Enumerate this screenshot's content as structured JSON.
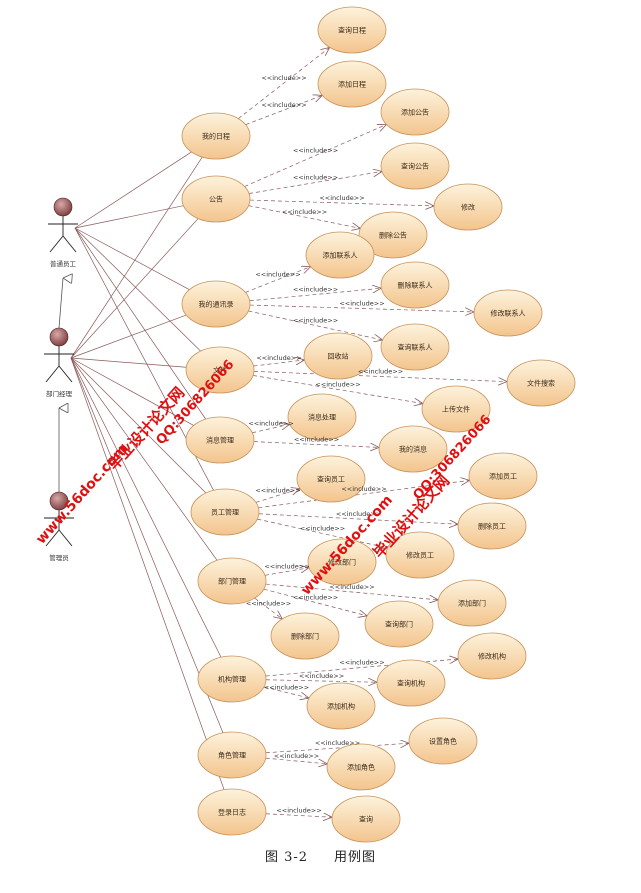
{
  "diagram": {
    "actors": [
      {
        "id": "a1",
        "label": "普通员工"
      },
      {
        "id": "a2",
        "label": "部门经理"
      },
      {
        "id": "a3",
        "label": "管理员"
      }
    ],
    "include_label": "<<include>>",
    "use_cases": [
      {
        "id": "u_myschedule",
        "label": "我的日程"
      },
      {
        "id": "u_q_schedule",
        "label": "查询日程"
      },
      {
        "id": "u_add_schedule",
        "label": "添加日程"
      },
      {
        "id": "u_notice",
        "label": "公告"
      },
      {
        "id": "u_add_notice",
        "label": "添加公告"
      },
      {
        "id": "u_q_notice",
        "label": "查询公告"
      },
      {
        "id": "u_edit_notice",
        "label": "修改"
      },
      {
        "id": "u_del_notice",
        "label": "删除公告"
      },
      {
        "id": "u_contacts",
        "label": "我的通讯录"
      },
      {
        "id": "u_add_contact",
        "label": "添加联系人"
      },
      {
        "id": "u_del_contact",
        "label": "删除联系人"
      },
      {
        "id": "u_edit_contact",
        "label": "修改联系人"
      },
      {
        "id": "u_q_contact",
        "label": "查询联系人"
      },
      {
        "id": "u_file",
        "label": "文件"
      },
      {
        "id": "u_recycle",
        "label": "回收站"
      },
      {
        "id": "u_search_file",
        "label": "文件搜索"
      },
      {
        "id": "u_upload",
        "label": "上传文件"
      },
      {
        "id": "u_msg",
        "label": "消息管理"
      },
      {
        "id": "u_msg_proc",
        "label": "消息处理"
      },
      {
        "id": "u_my_msg",
        "label": "我的消息"
      },
      {
        "id": "u_staff",
        "label": "员工管理"
      },
      {
        "id": "u_q_staff",
        "label": "查询员工"
      },
      {
        "id": "u_add_staff",
        "label": "添加员工"
      },
      {
        "id": "u_del_staff",
        "label": "删除员工"
      },
      {
        "id": "u_edit_staff",
        "label": "修改员工"
      },
      {
        "id": "u_edit_dept",
        "label": "修改部门"
      },
      {
        "id": "u_dept",
        "label": "部门管理"
      },
      {
        "id": "u_add_dept",
        "label": "添加部门"
      },
      {
        "id": "u_q_dept",
        "label": "查询部门"
      },
      {
        "id": "u_del_dept",
        "label": "删除部门"
      },
      {
        "id": "u_org",
        "label": "机构管理"
      },
      {
        "id": "u_edit_org",
        "label": "修改机构"
      },
      {
        "id": "u_q_org",
        "label": "查询机构"
      },
      {
        "id": "u_add_org",
        "label": "添加机构"
      },
      {
        "id": "u_role",
        "label": "角色管理"
      },
      {
        "id": "u_set_role",
        "label": "设置角色"
      },
      {
        "id": "u_add_role",
        "label": "添加角色"
      },
      {
        "id": "u_login",
        "label": "登录日志"
      },
      {
        "id": "u_query",
        "label": "查询"
      }
    ],
    "watermarks": [
      {
        "id": "wm1",
        "text": "毕业设计论文网"
      },
      {
        "id": "wm2",
        "text": "QQ:306826066"
      },
      {
        "id": "wm3",
        "text": "www.56doc.com"
      },
      {
        "id": "wm4",
        "text": "QQ:306826066"
      },
      {
        "id": "wm5",
        "text": "www.56doc.com"
      },
      {
        "id": "wm6",
        "text": "毕业设计论文网"
      }
    ],
    "colors": {
      "ellipse_fill_top": "#fdf3dc",
      "ellipse_fill_bottom": "#f3c58d",
      "ellipse_stroke": "#c8925c",
      "line": "#8a5a5a",
      "actor_head": "#7a3a3a",
      "watermark": "#e01010"
    }
  },
  "caption": {
    "figure_number": "图 3-2",
    "title": "用例图"
  }
}
